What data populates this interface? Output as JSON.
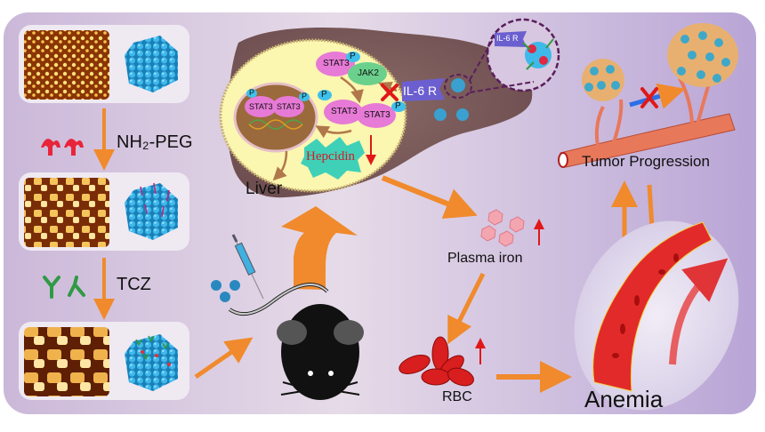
{
  "figure": {
    "synthesis_steps": {
      "step1_reagent": "NH₂-PEG",
      "step2_reagent": "TCZ"
    },
    "liver": {
      "label": "Liver",
      "stat3": "STAT3",
      "jak2": "JAK2",
      "phospho": "P",
      "receptor": "IL-6 R",
      "hepcidin": "Hepcidin"
    },
    "zoom_inset": {
      "receptor": "IL-6 R"
    },
    "outcomes": {
      "plasma_iron": "Plasma iron",
      "rbc": "RBC",
      "anemia": "Anemia",
      "tumor_progression": "Tumor Progression"
    },
    "colors": {
      "background_panel": "#c9b6d9",
      "arrow_orange": "#f08a2c",
      "liver_brown": "#7a5a5a",
      "cell_yellow": "#fbf6b0",
      "stat3_pink": "#e77ad6",
      "jak2_green": "#6ad08c",
      "phospho_blue": "#3fc0ea",
      "receptor_purple": "#6b5fd0",
      "hepcidin_teal": "#3fd0b8",
      "red_indicator": "#e01818",
      "vessel_red": "#d82828",
      "tumor_arrow_blue": "#2b6ee8"
    }
  }
}
